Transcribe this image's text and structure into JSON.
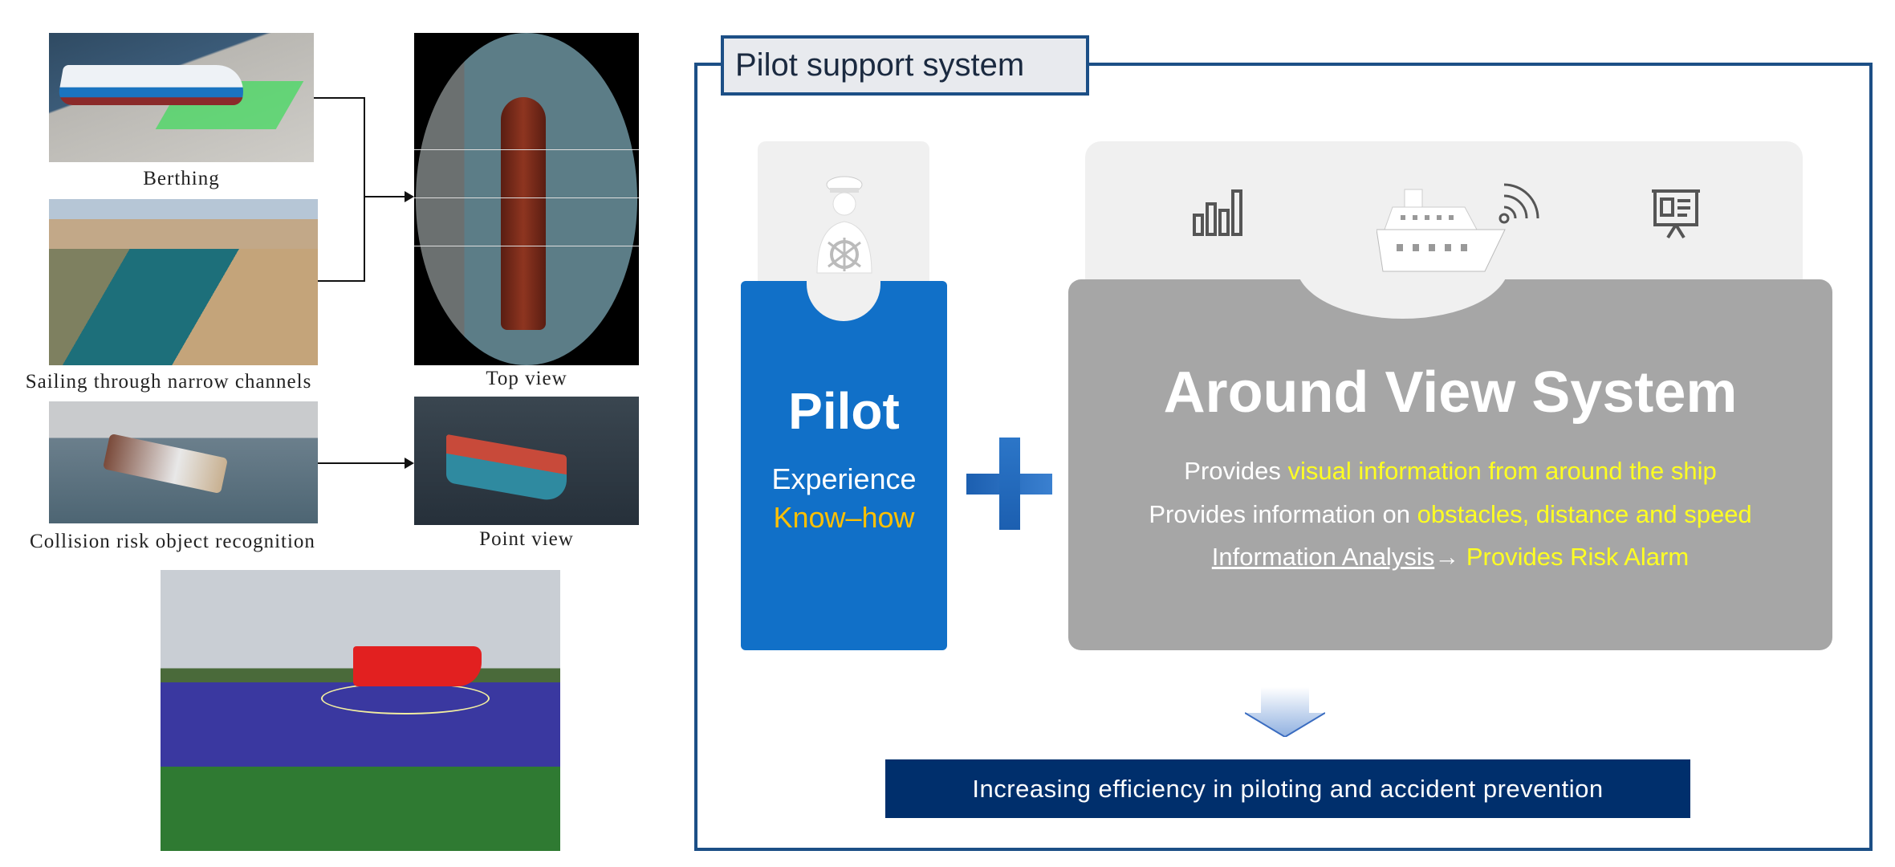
{
  "left": {
    "berthing_caption": "Berthing",
    "channel_caption": "Sailing through narrow channels",
    "collision_caption": "Collision risk object recognition",
    "top_view_caption": "Top view",
    "point_view_caption": "Point view"
  },
  "system": {
    "title": "Pilot support system",
    "pilot": {
      "title": "Pilot",
      "line1": "Experience",
      "line2": "Know–how",
      "icon": "captain-at-helm-icon"
    },
    "plus_icon": "plus-icon",
    "avs": {
      "title": "Around View System",
      "icons": [
        "bar-chart-icon",
        "ship-icon",
        "wireless-signal-icon",
        "presentation-board-icon"
      ],
      "line1_a": "Provides ",
      "line1_b": "visual information from around the ship",
      "line2_a": "Provides information on ",
      "line2_b": "obstacles, distance and speed",
      "line3_a": "Information Analysis",
      "line3_arrow": "→ ",
      "line3_b": "Provides Risk Alarm"
    },
    "result": "Increasing efficiency in piloting and accident prevention"
  },
  "colors": {
    "frame": "#1c4f86",
    "pilot_blue": "#1170c8",
    "avs_gray": "#a6a6a6",
    "highlight": "#ffff22",
    "know_how": "#ffc000",
    "banner": "#002f6c"
  }
}
